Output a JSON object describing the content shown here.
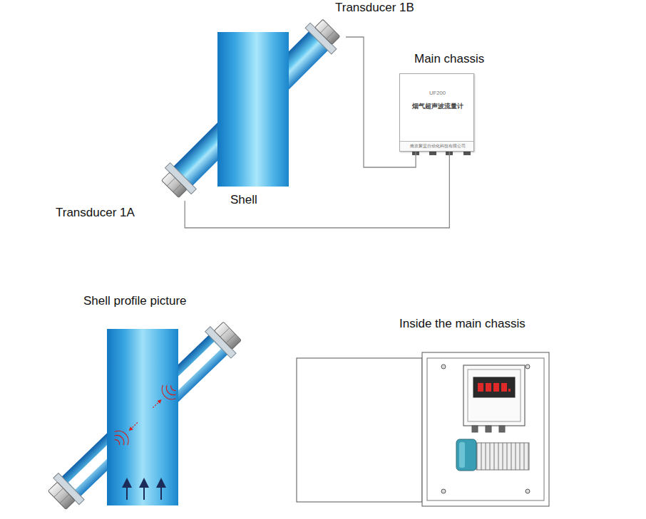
{
  "diagram": {
    "nodes": [
      {
        "text": [
          "Transducer 1B"
        ]
      },
      {
        "text": [
          "Main chassis",
          "UF200",
          "烟气超声波流量计",
          "南京聚宜自动化科技有限公司"
        ]
      },
      {
        "text": [
          "Shell"
        ]
      },
      {
        "text": [
          "Transducer 1A"
        ]
      }
    ],
    "edges": [
      {
        "from": 0,
        "to": 1,
        "arrow": "none"
      },
      {
        "from": 3,
        "to": 1,
        "arrow": "none"
      }
    ],
    "labels": [
      "Shell profile picture",
      "Inside the main chassis"
    ]
  }
}
